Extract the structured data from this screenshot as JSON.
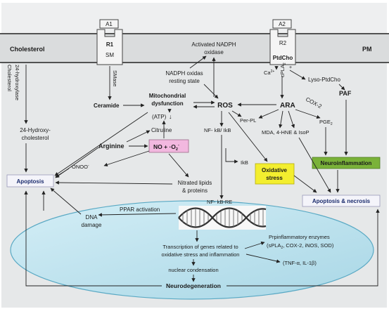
{
  "membrane": {
    "cholesterol": "Cholesterol",
    "pm": "PM",
    "receptor1_top": "A1",
    "receptor1_mid": "R1",
    "receptor1_low": "SM",
    "receptor2_top": "A2",
    "receptor2_mid": "R2",
    "receptor2_low": "PtdCho"
  },
  "labels": {
    "hydroxylase_1": "Cholesterol",
    "hydroxylase_2": "24-hydroxylase",
    "hydroxy_chol_1": "24-Hydroxy-",
    "hydroxy_chol_2": "cholesterol",
    "smase": "SMase",
    "nadph_active_1": "Activated NADPH",
    "nadph_active_2": "oxidase",
    "nadph_rest_1": "NADPH oxidas",
    "nadph_rest_2": "resting state",
    "ceramide": "Ceramide",
    "mito_1": "Mitochondrial",
    "mito_2": "dysfunction",
    "atp": "(ATP)",
    "atp_arrow": "↓",
    "ros": "ROS",
    "ca": "Ca",
    "ca_sup": "2+",
    "cpla2": "cPLA",
    "cpla2_sub": "2",
    "lyso": "Lyso-PtdCho",
    "ara": "ARA",
    "cox2": "COX-2",
    "per_pl": "Per-PL",
    "mda": "MDA, 4-HNE & IsoP",
    "pge2": "PGE",
    "pge2_sub": "2",
    "paf": "PAF",
    "citruline": "Citruline",
    "arginine": "Arginine",
    "no_box": "NO  + ",
    "o2_box": "·O",
    "o2_sub": "2",
    "o2_sup": "-",
    "onoo": "ONOO",
    "onoo_sup": "-",
    "nfkb_ikb": "NF- kB/ IkB",
    "ikb": "IkB",
    "apoptosis": "Apoptosis",
    "oxidative_1": "Oxidative",
    "oxidative_2": "stress",
    "neuroinflammation": "Neuroinflammation",
    "apoptosis_necrosis": "Apoptosis & necrosis",
    "nitrated_1": "Nitrated lipids",
    "nitrated_2": "& proteins",
    "nfkb_re": "NF- kB-RE",
    "ppar": "PPAR activation",
    "dna_1": "DNA",
    "dna_2": "damage",
    "transcription_1": "Transcription of genes related to",
    "transcription_2": "oxidative stress and inflammation",
    "proinflam_1": "Prpinflammatory enzymes",
    "proinflam_2": "(sPLA",
    "proinflam_2_sub": "2",
    "proinflam_2_rest": ", COX-2, iNOS, SOD)",
    "tnf": "(TNF-α, IL-1β)",
    "nuclear": "nuclear condensation",
    "neurodegeneration": "Neurodegeneration"
  },
  "colors": {
    "cell_bg": "#e6e8e9",
    "membrane_line": "#333333",
    "nucleus_fill": "#bfe3ee",
    "nucleus_stroke": "#5aa9c4",
    "oxidative_fill": "#f3ee2f",
    "neuro_fill": "#7ab239",
    "no_fill": "#f2b8df",
    "box_fill": "#f4f4fa",
    "box_text": "#1a2b6d",
    "arrow": "#222222"
  }
}
